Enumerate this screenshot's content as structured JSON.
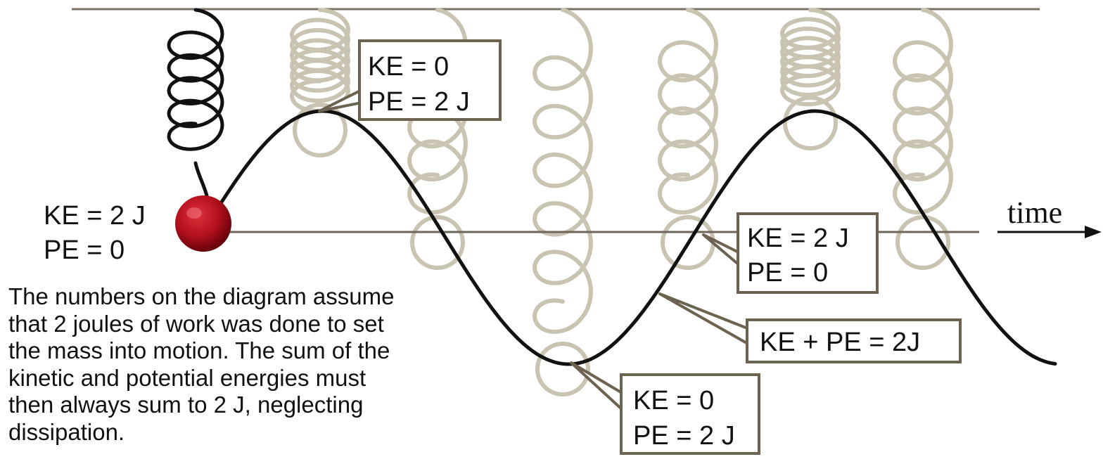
{
  "axis": {
    "label": "time"
  },
  "callouts": {
    "start": {
      "line1": "KE = 2 J",
      "line2": "PE = 0"
    },
    "top": {
      "line1": "KE = 0",
      "line2": "PE = 2 J"
    },
    "equilibrium": {
      "line1": "KE = 2 J",
      "line2": "PE = 0"
    },
    "sum": {
      "text": "KE + PE = 2J"
    },
    "bottom": {
      "line1": "KE = 0",
      "line2": "PE = 2 J"
    }
  },
  "caption": {
    "lines": [
      "The numbers on the diagram assume",
      "that 2 joules of work was done to set",
      "the mass into motion. The sum of the",
      "kinetic and potential energies must",
      "then always sum to 2 J, neglecting",
      "dissipation."
    ]
  },
  "colors": {
    "mass": "#b0101c",
    "ghost_spring": "#c9c3b2",
    "box_border": "#6b6250",
    "curve": "#111111"
  }
}
